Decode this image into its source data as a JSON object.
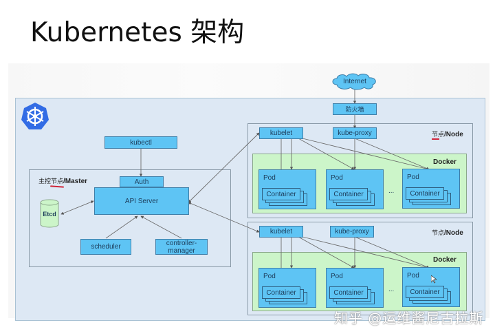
{
  "title": "Kubernetes 架构",
  "logo": {
    "icon": "kubernetes-helm-wheel-icon",
    "color": "#326ce5"
  },
  "internet": {
    "label": "Internet"
  },
  "firewall": {
    "label": "防火墙"
  },
  "master": {
    "label_cn": "主控节点",
    "label_en": "/Master",
    "kubectl": "kubectl",
    "auth": "Auth",
    "api_server": "API Server",
    "etcd": "Etcd",
    "scheduler": "scheduler",
    "controller_manager": "controller-manager"
  },
  "nodes": [
    {
      "label_cn": "节点",
      "label_en": "/Node",
      "kubelet": "kubelet",
      "kube_proxy": "kube-proxy",
      "runtime": "Docker",
      "pods": [
        {
          "label": "Pod",
          "container": "Container"
        },
        {
          "label": "Pod",
          "container": "Container"
        },
        {
          "label": "Pod",
          "container": "Container"
        }
      ],
      "ellipsis": "..."
    },
    {
      "label_cn": "节点",
      "label_en": "/Node",
      "kubelet": "kubelet",
      "kube_proxy": "kube-proxy",
      "runtime": "Docker",
      "pods": [
        {
          "label": "Pod",
          "container": "Container"
        },
        {
          "label": "Pod",
          "container": "Container"
        },
        {
          "label": "Pod",
          "container": "Container"
        }
      ],
      "ellipsis": "..."
    }
  ],
  "watermark": "知乎 @运维酱尼古拉斯",
  "colors": {
    "component": "#5ec4f4",
    "docker": "#ccf5c9",
    "canvas": "#dde8f4",
    "annotation_underline": "#d0263a"
  }
}
